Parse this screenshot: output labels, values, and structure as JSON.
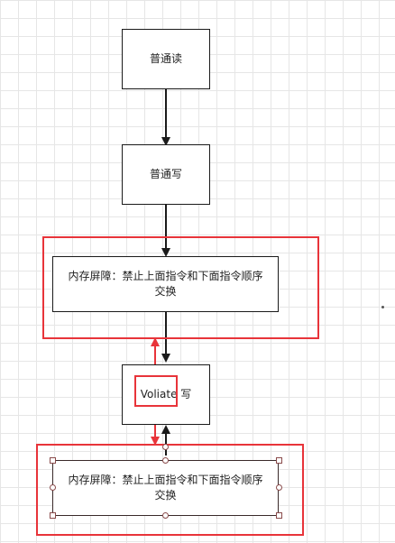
{
  "diagram": {
    "nodes": [
      {
        "id": "read",
        "label": "普通读"
      },
      {
        "id": "write",
        "label": "普通写"
      },
      {
        "id": "barrier1",
        "label": "内存屏障：禁止上面指令和下面指令顺序交换"
      },
      {
        "id": "volatile",
        "label_word": "Voliate",
        "label_rest": " 写"
      },
      {
        "id": "barrier2",
        "label": "内存屏障：禁止上面指令和下面指令顺序交换"
      }
    ],
    "edges": [
      {
        "from": "read",
        "to": "write"
      },
      {
        "from": "write",
        "to": "barrier1"
      },
      {
        "from": "barrier1",
        "to": "volatile"
      },
      {
        "from": "volatile",
        "to": "barrier2"
      }
    ],
    "highlights": [
      {
        "target": "barrier1",
        "color": "#e8343a"
      },
      {
        "target": "volatile.word",
        "color": "#e8343a"
      },
      {
        "target": "barrier2",
        "color": "#e8343a"
      }
    ],
    "colors": {
      "node_border": "#1a1a1a",
      "edge": "#1a1a1a",
      "highlight": "#e8343a",
      "selection_handle": "#8a4b4b",
      "grid": "#e6e6e6"
    }
  }
}
